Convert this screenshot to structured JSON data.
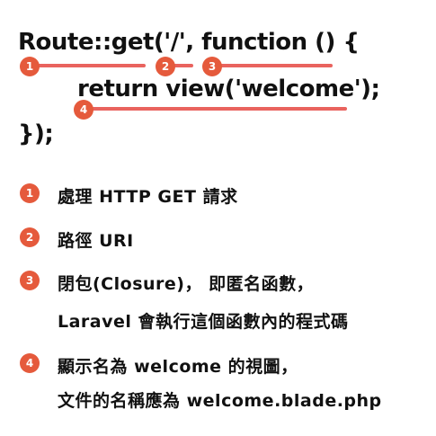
{
  "code": {
    "line1": "Route::get('/', function () {",
    "line2": "return view('welcome');",
    "line3": "});"
  },
  "markers": [
    "1",
    "2",
    "3",
    "4"
  ],
  "notes": [
    {
      "num": "1",
      "lines": [
        "處理 HTTP GET 請求"
      ]
    },
    {
      "num": "2",
      "lines": [
        "路徑 URI"
      ]
    },
    {
      "num": "3",
      "lines": [
        "閉包(Closure)， 即匿名函數，",
        "Laravel 會執行這個函數內的程式碼"
      ]
    },
    {
      "num": "4",
      "lines": [
        "顯示名為 welcome 的視圖，",
        "文件的名稱應為 welcome.blade.php"
      ]
    }
  ],
  "colors": {
    "accent": "#e55a3c",
    "underline": "#e9635e",
    "text": "#111111"
  }
}
